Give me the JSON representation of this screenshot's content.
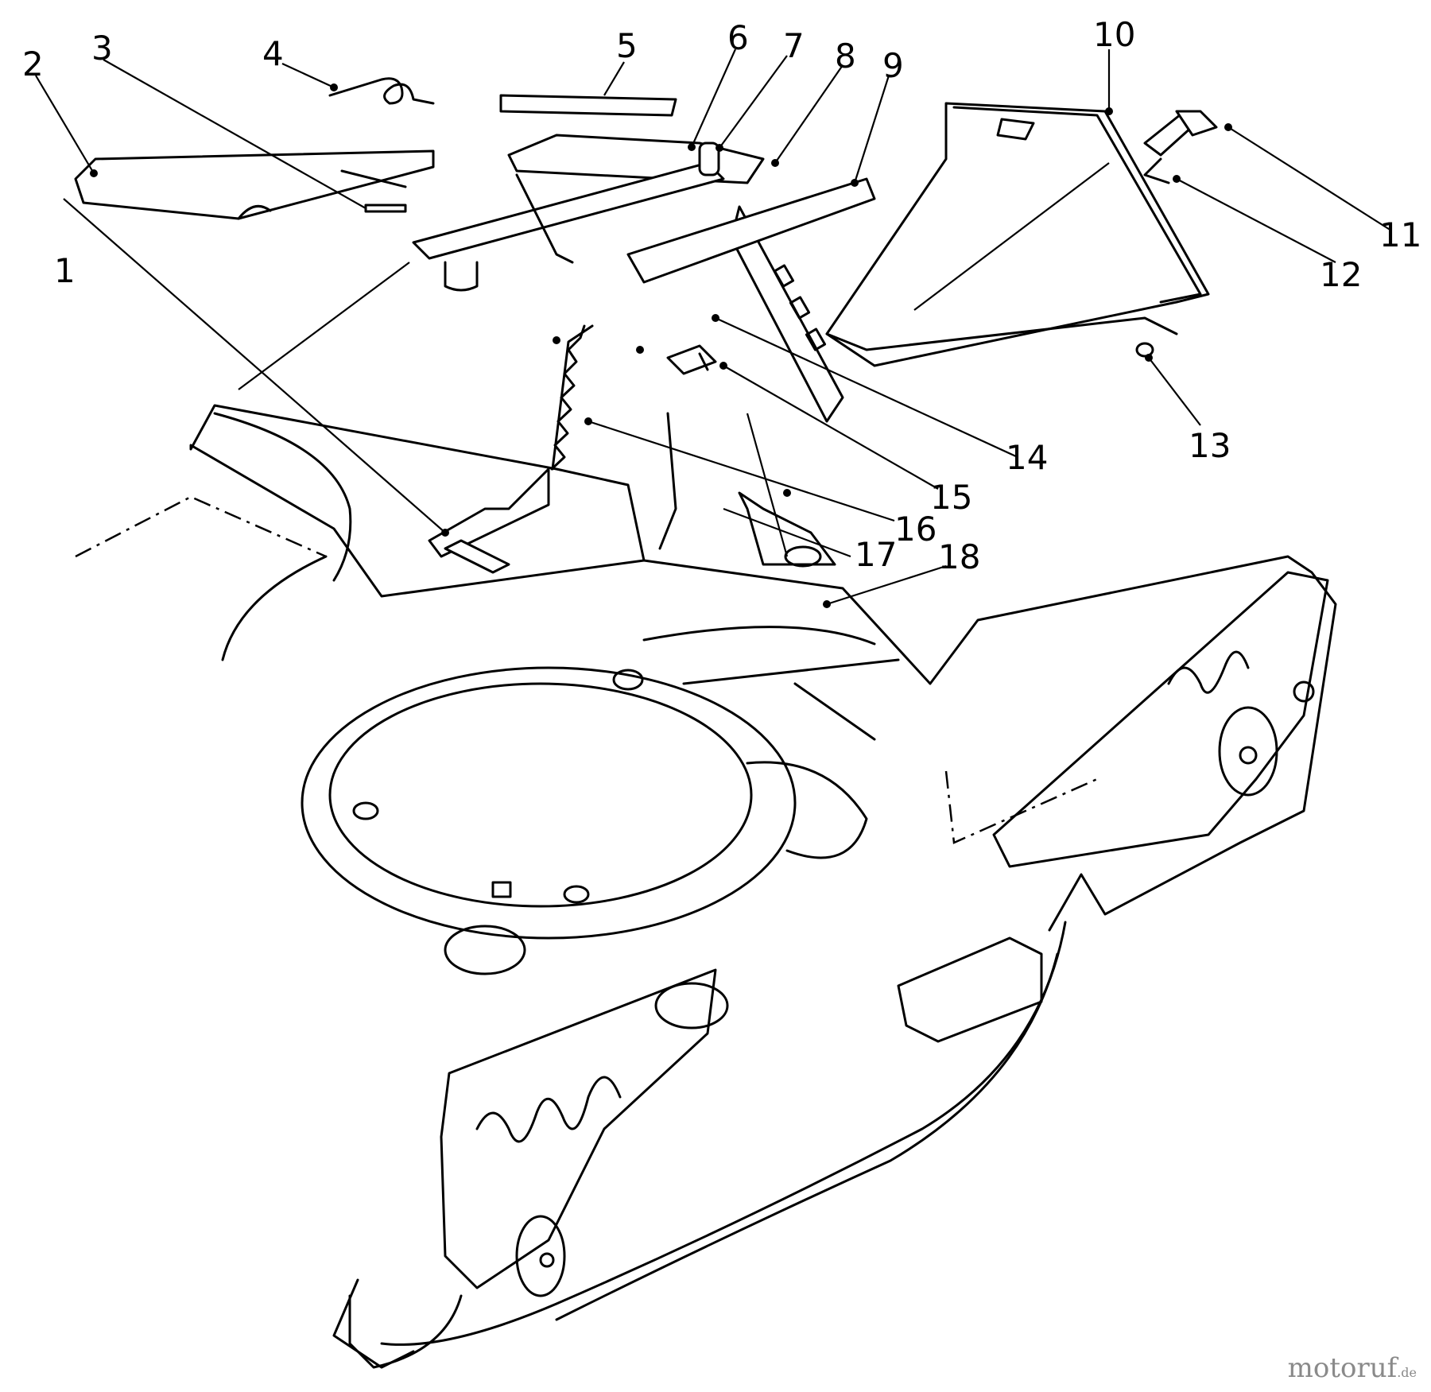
{
  "callouts": [
    "1",
    "2",
    "3",
    "4",
    "5",
    "6",
    "7",
    "8",
    "9",
    "10",
    "11",
    "12",
    "13",
    "14",
    "15",
    "16",
    "17",
    "18"
  ],
  "watermark": {
    "name": "motoruf",
    "suffix": ".de",
    "colors": {
      "text": "#8a8a8a",
      "accent": "#e08a1c"
    }
  }
}
